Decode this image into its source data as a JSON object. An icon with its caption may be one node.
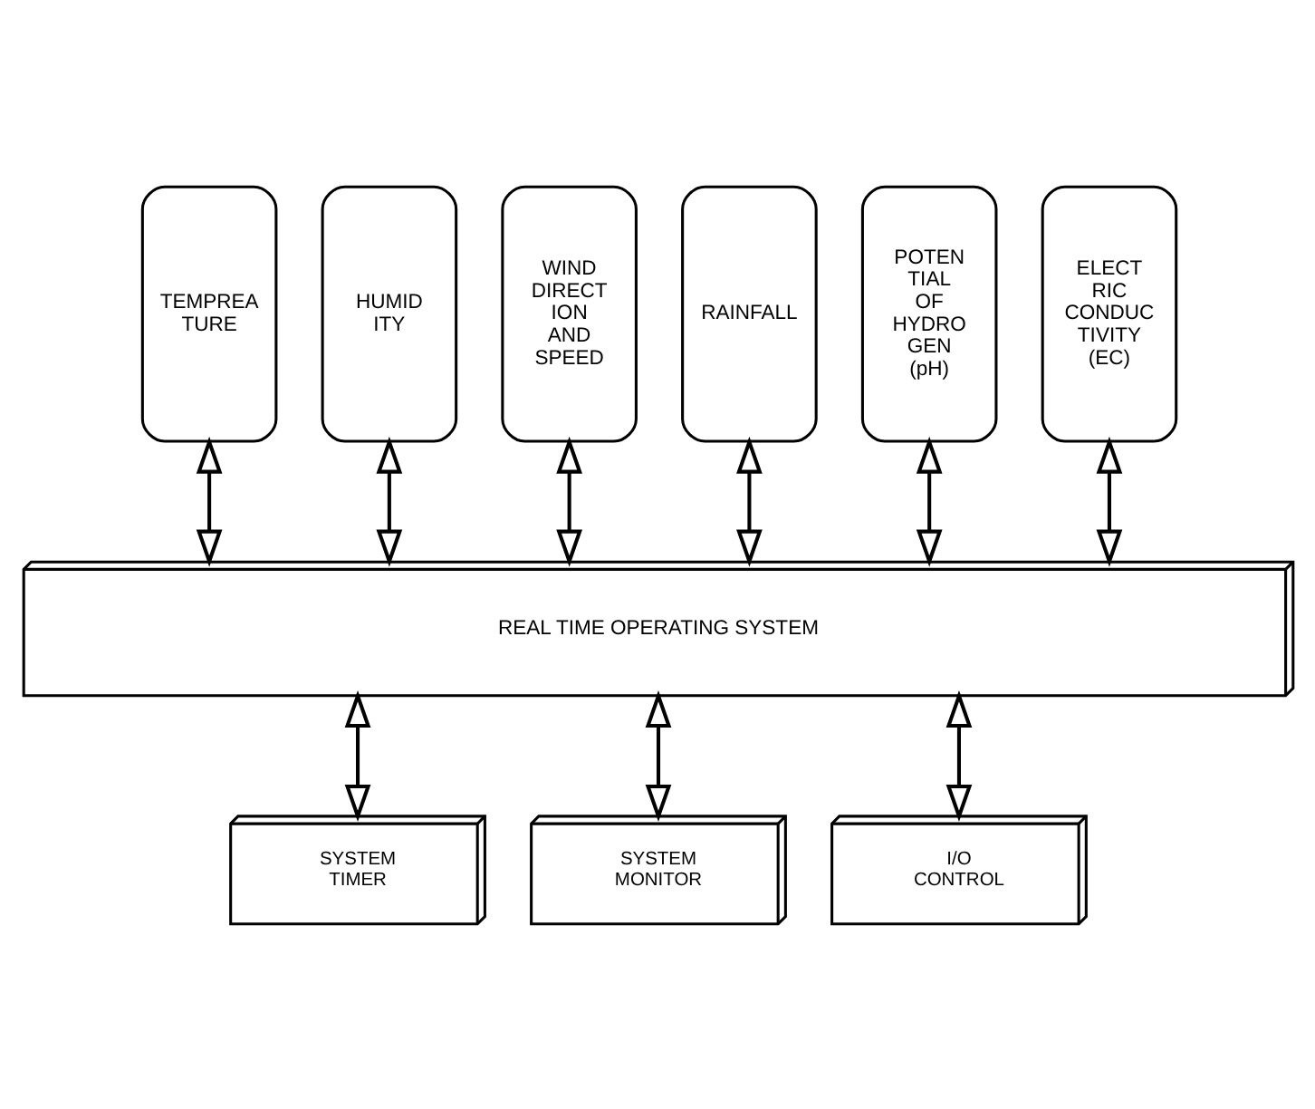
{
  "diagram": {
    "nodes": [
      {
        "text": [
          "TEMPREA TURE"
        ]
      },
      {
        "text": [
          "HUMID ITY"
        ]
      },
      {
        "text": [
          "WIND DIRECT ION AND SPEED"
        ]
      },
      {
        "text": [
          "RAINFALL"
        ]
      },
      {
        "text": [
          "POTEN TIAL OF HYDRO GEN (pH)"
        ]
      },
      {
        "text": [
          "ELECT RIC CONDUC TIVITY (EC)"
        ]
      },
      {
        "text": [
          "REAL TIME OPERATING SYSTEM"
        ]
      },
      {
        "text": [
          "SYSTEM TIMER"
        ]
      },
      {
        "text": [
          "SYSTEM MONITOR"
        ]
      },
      {
        "text": [
          "I/O CONTROL"
        ]
      }
    ],
    "edges": [
      {
        "from": 0,
        "to": 6,
        "arrow": "both"
      },
      {
        "from": 1,
        "to": 6,
        "arrow": "both"
      },
      {
        "from": 2,
        "to": 6,
        "arrow": "both"
      },
      {
        "from": 3,
        "to": 6,
        "arrow": "both"
      },
      {
        "from": 4,
        "to": 6,
        "arrow": "both"
      },
      {
        "from": 5,
        "to": 6,
        "arrow": "both"
      },
      {
        "from": 6,
        "to": 7,
        "arrow": "both"
      },
      {
        "from": 6,
        "to": 8,
        "arrow": "both"
      },
      {
        "from": 6,
        "to": 9,
        "arrow": "both"
      }
    ]
  }
}
